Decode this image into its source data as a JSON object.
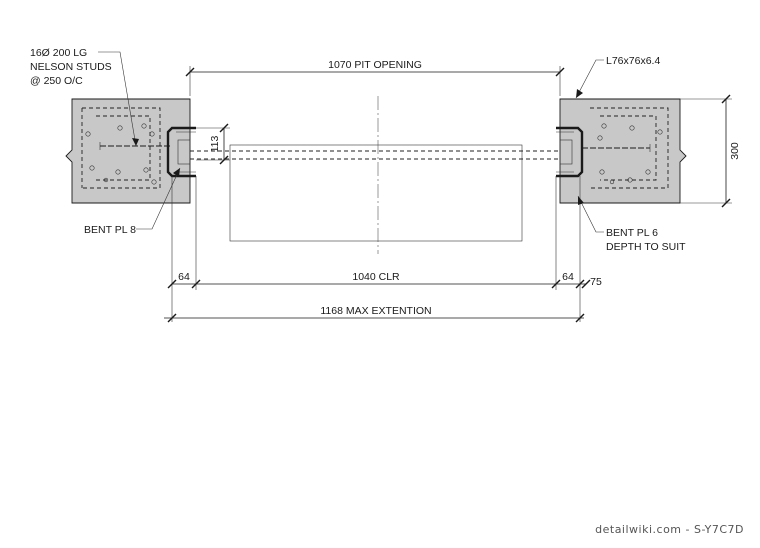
{
  "labels": {
    "studs_line1": "16Ø 200 LG",
    "studs_line2": "NELSON STUDS",
    "studs_line3": "@ 250 O/C",
    "pit_opening": "1070  PIT OPENING",
    "angle": "L76x76x6.4",
    "dim_113": "113",
    "dim_300": "300",
    "bent_pl8": "BENT PL 8",
    "bent_pl6_line1": "BENT PL 6",
    "bent_pl6_line2": "DEPTH TO SUIT",
    "dim_64_left": "64",
    "clr": "1040  CLR",
    "dim_64_right": "64",
    "dim_75": "75",
    "max_ext": "1168  MAX EXTENTION"
  },
  "watermark": "detailwiki.com - S-Y7C7D",
  "colors": {
    "concrete": "#c8c8c8",
    "ink": "#1a1a1a"
  }
}
